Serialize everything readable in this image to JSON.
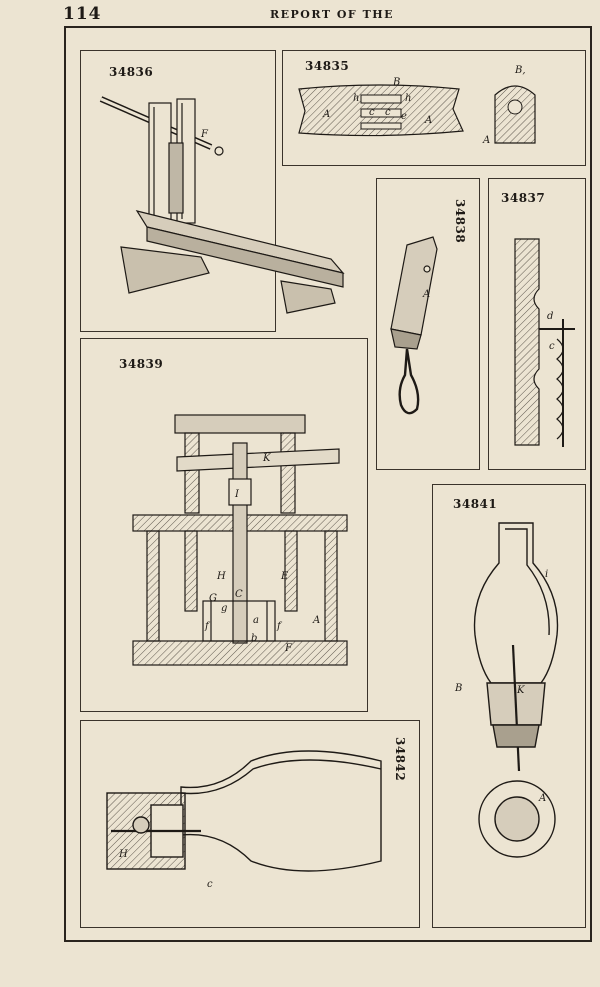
{
  "header": {
    "page_number": "114",
    "running_title": "REPORT OF THE"
  },
  "figures": [
    {
      "id": "34836",
      "letters": [
        "F"
      ]
    },
    {
      "id": "34835",
      "letters": [
        "B",
        "B,",
        "A",
        "A",
        "h",
        "h",
        "c",
        "c",
        "e",
        "A"
      ]
    },
    {
      "id": "34838",
      "letters": [
        "A"
      ]
    },
    {
      "id": "34837",
      "letters": [
        "d",
        "c"
      ]
    },
    {
      "id": "34839",
      "letters": [
        "K",
        "I",
        "H",
        "C",
        "E",
        "G",
        "g",
        "a",
        "f",
        "f",
        "A",
        "b",
        "F"
      ]
    },
    {
      "id": "34841",
      "letters": [
        "i",
        "B",
        "K",
        "A"
      ]
    },
    {
      "id": "34842",
      "letters": [
        "H",
        "c"
      ]
    }
  ]
}
